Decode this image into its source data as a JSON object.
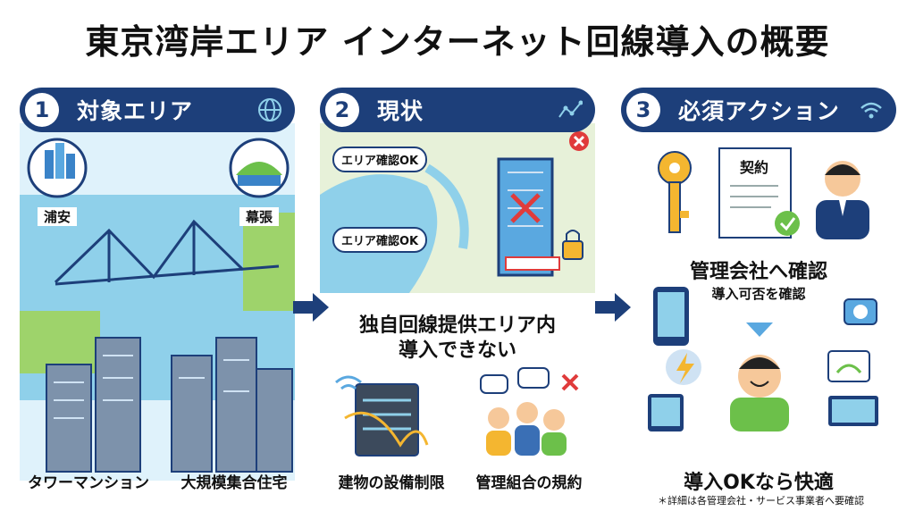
{
  "title": "東京湾岸エリア インターネット回線導入の概要",
  "col1": {
    "number": "1",
    "header": "対象エリア",
    "header_icon": "globe-icon",
    "place_left": "浦安",
    "place_right": "幕張",
    "label_left": "タワーマンション",
    "label_right": "大規模集合住宅"
  },
  "col2": {
    "number": "2",
    "header": "現状",
    "header_icon": "line-graph-icon",
    "badge_top": "エリア確認OK",
    "badge_bottom": "エリア確認OK",
    "headline_1": "独自回線提供エリア内",
    "headline_2": "導入できない",
    "label_left": "建物の設備制限",
    "label_right": "管理組合の規約"
  },
  "col3": {
    "number": "3",
    "header": "必須アクション",
    "header_icon": "wifi-icon",
    "contract_label": "契約",
    "headline": "管理会社へ確認",
    "subline": "導入可否を確認",
    "result": "導入OKなら快適"
  },
  "footnote": "＊詳細は各管理会社・サービス事業者へ要確認",
  "colors": {
    "navy": "#1d3f7a",
    "sea": "#8fd0ea",
    "sky": "#dff2fb",
    "green": "#6cc04a",
    "red": "#e03b3b",
    "yellow": "#f4b630"
  }
}
